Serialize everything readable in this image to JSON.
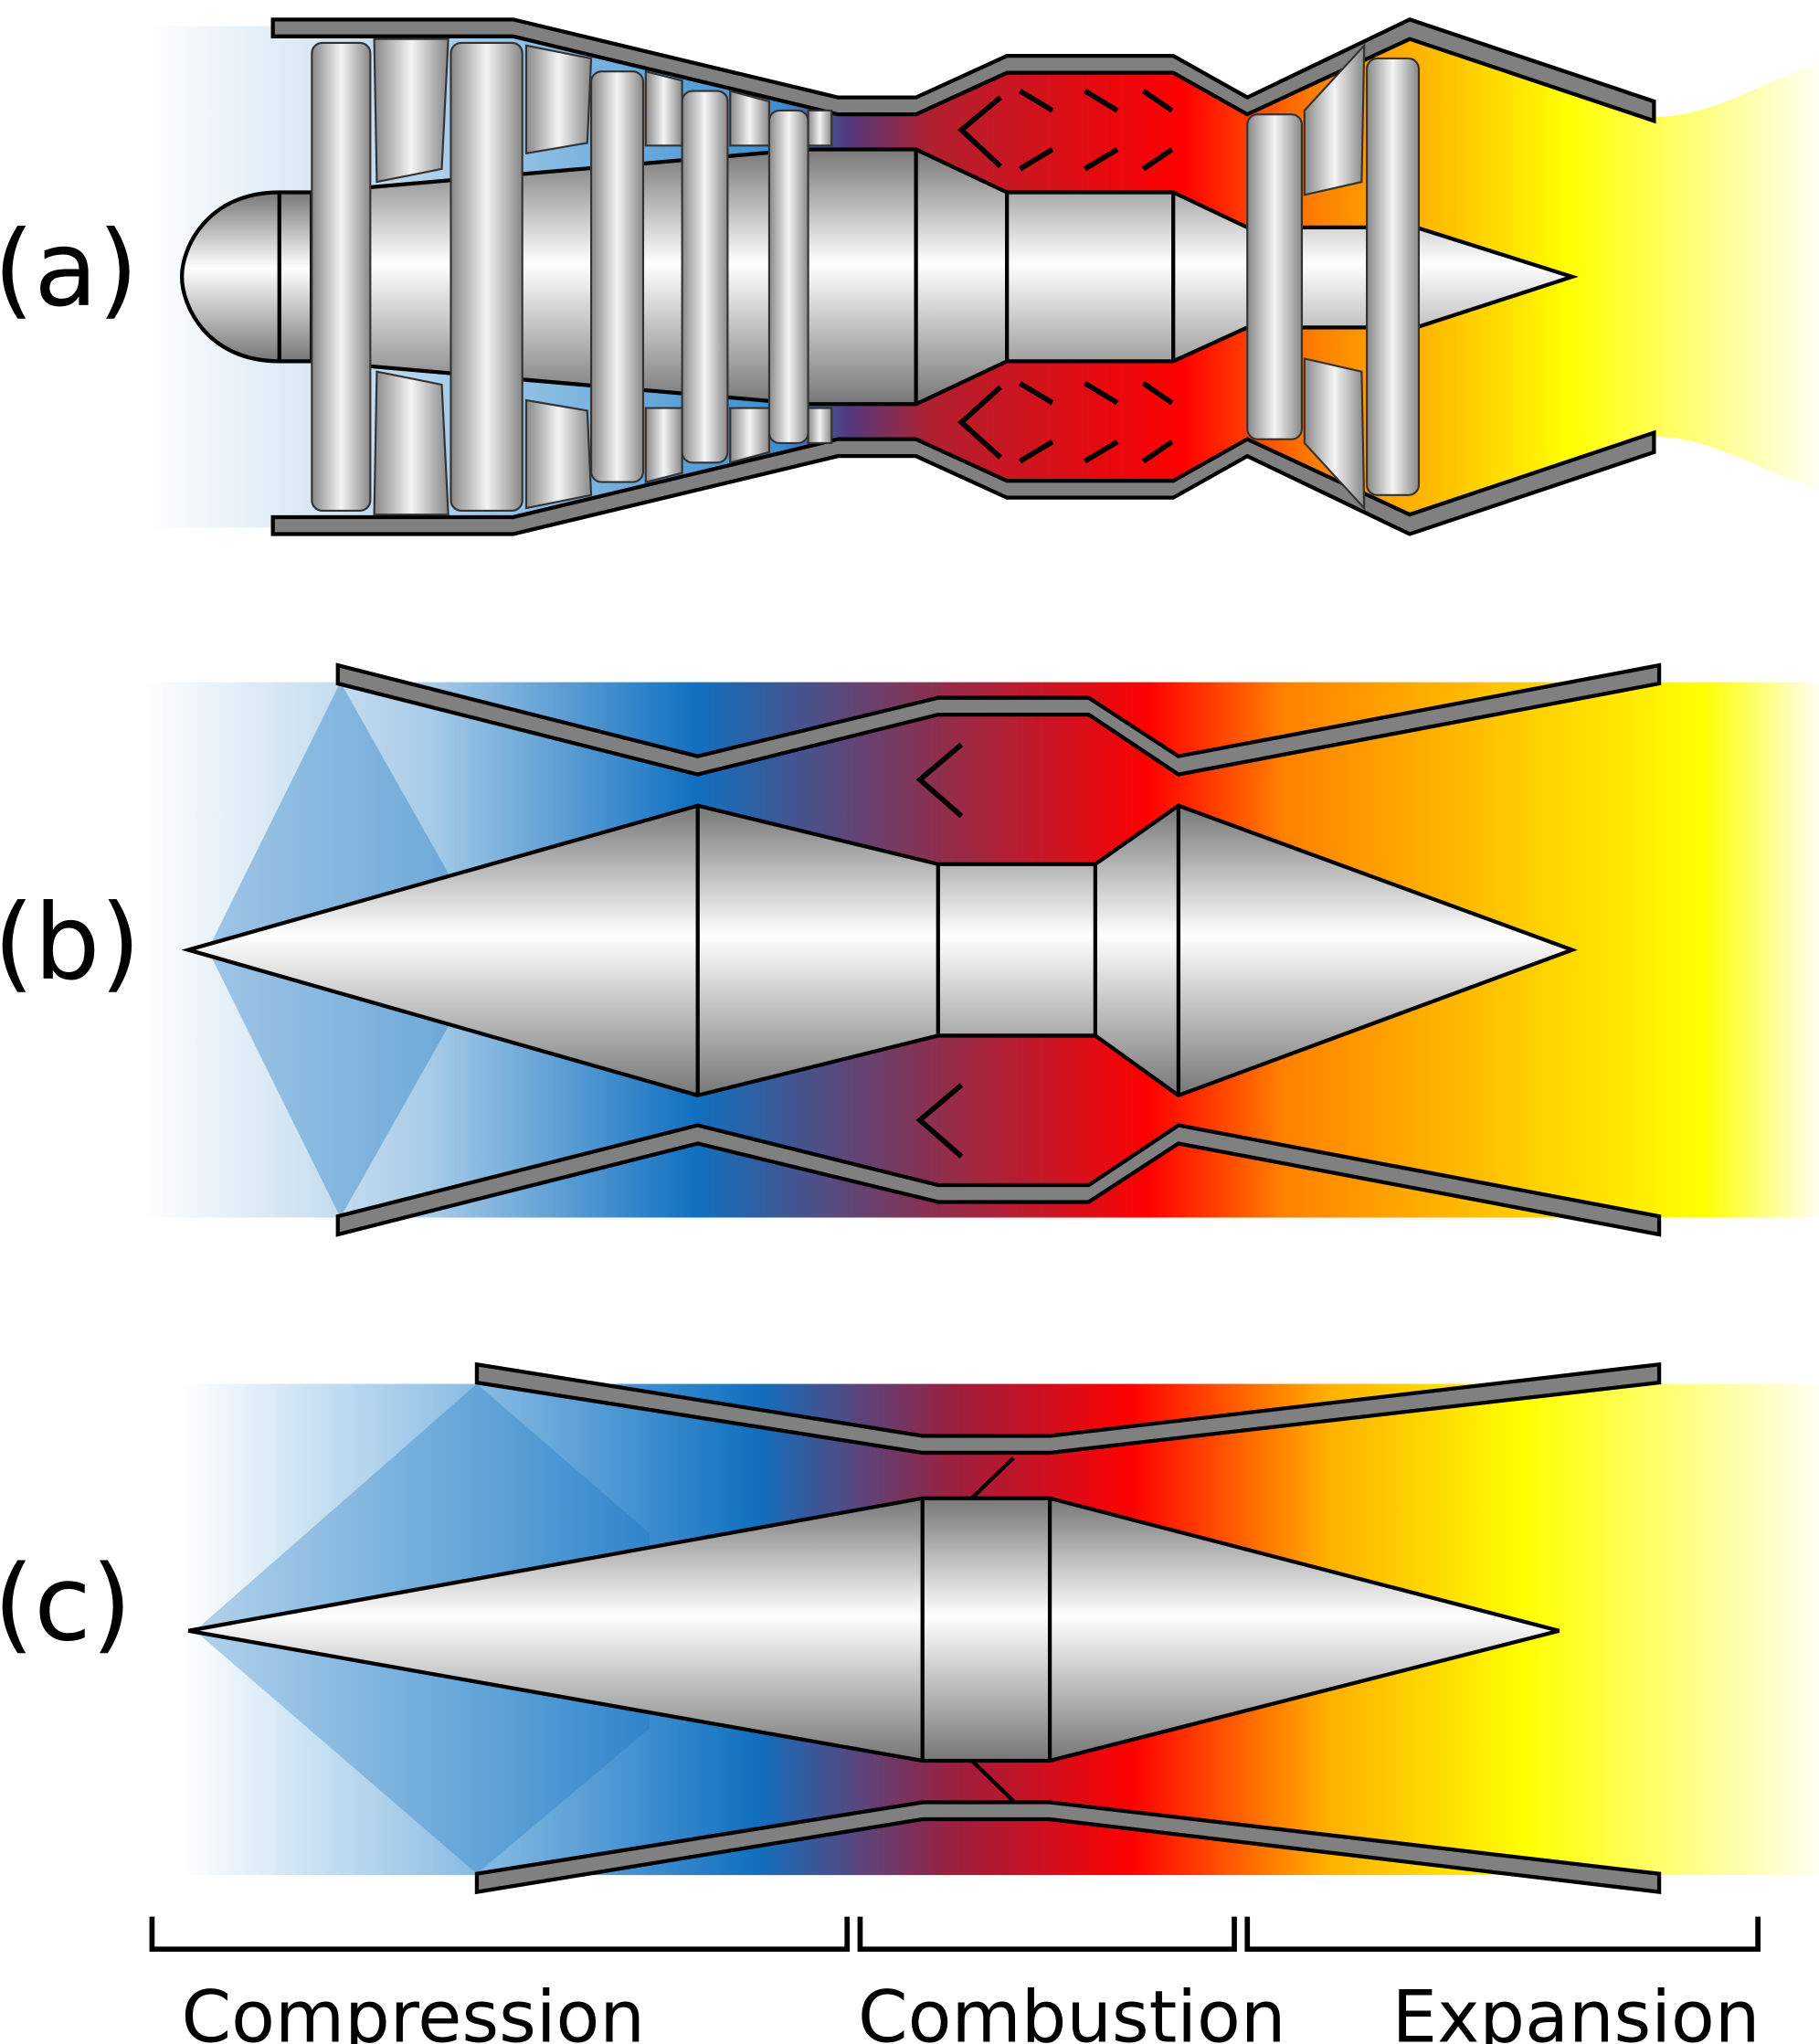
{
  "panels": [
    {
      "label": "(a)"
    },
    {
      "label": "(b)"
    },
    {
      "label": "(c)"
    }
  ],
  "stages": [
    {
      "label": "Compression"
    },
    {
      "label": "Combustion"
    },
    {
      "label": "Expansion"
    }
  ],
  "colors": {
    "cold_flow": "#1070c0",
    "combustion": "#ff0000",
    "hot_flow": "#ffff00",
    "casing": "#808080"
  }
}
